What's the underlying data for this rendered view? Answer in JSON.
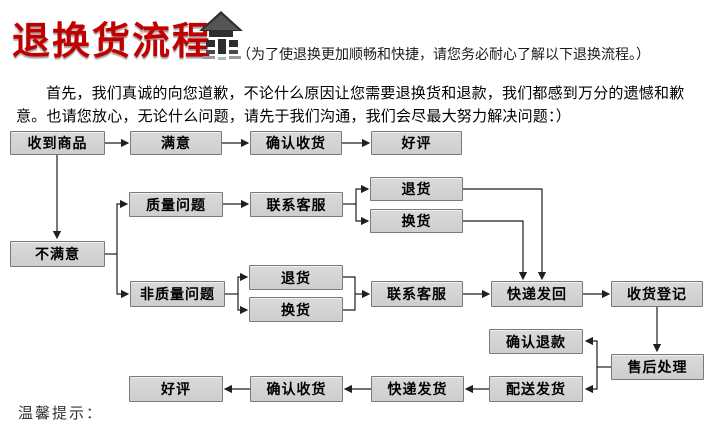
{
  "header": {
    "title": "退换货流程",
    "tagline": "（为了使退换更加顺畅和快捷，请您务必耐心了解以下退换流程。）",
    "house_icon": "house-arrow-icon",
    "title_color": "#c00000"
  },
  "intro": {
    "text": "首先，我们真诚的向您道歉，不论什么原因让您需要退换货和退款，我们都感到万分的遗憾和歉意。也请您放心，无论什么问题，请先于我们沟通，我们会尽最大努力解决问题：）"
  },
  "flowchart": {
    "nodes": {
      "received": {
        "label": "收到商品"
      },
      "satisfied": {
        "label": "满意"
      },
      "confirm_receipt_top": {
        "label": "确认收货"
      },
      "good_review_top": {
        "label": "好评"
      },
      "quality_issue": {
        "label": "质量问题"
      },
      "contact_service_q": {
        "label": "联系客服"
      },
      "return_q": {
        "label": "退货"
      },
      "exchange_q": {
        "label": "换货"
      },
      "unsatisfied": {
        "label": "不满意"
      },
      "non_quality_issue": {
        "label": "非质量问题"
      },
      "return_nq": {
        "label": "退货"
      },
      "exchange_nq": {
        "label": "换货"
      },
      "contact_service_nq": {
        "label": "联系客服"
      },
      "courier_return": {
        "label": "快递发回"
      },
      "receipt_register": {
        "label": "收货登记"
      },
      "confirm_refund": {
        "label": "确认退款"
      },
      "aftersale_handle": {
        "label": "售后处理"
      },
      "delivery_dispatch": {
        "label": "配送发货"
      },
      "courier_dispatch": {
        "label": "快递发货"
      },
      "confirm_receipt_bot": {
        "label": "确认收货"
      },
      "good_review_bot": {
        "label": "好评"
      }
    },
    "edges": [
      {
        "from": "received",
        "to": "satisfied"
      },
      {
        "from": "satisfied",
        "to": "confirm_receipt_top"
      },
      {
        "from": "confirm_receipt_top",
        "to": "good_review_top"
      },
      {
        "from": "received",
        "to": "unsatisfied"
      },
      {
        "from": "unsatisfied",
        "to": "quality_issue"
      },
      {
        "from": "unsatisfied",
        "to": "non_quality_issue"
      },
      {
        "from": "quality_issue",
        "to": "contact_service_q"
      },
      {
        "from": "contact_service_q",
        "to": "return_q"
      },
      {
        "from": "contact_service_q",
        "to": "exchange_q"
      },
      {
        "from": "return_q",
        "to": "courier_return"
      },
      {
        "from": "exchange_q",
        "to": "courier_return"
      },
      {
        "from": "non_quality_issue",
        "to": "return_nq"
      },
      {
        "from": "non_quality_issue",
        "to": "exchange_nq"
      },
      {
        "from": "return_nq",
        "to": "contact_service_nq"
      },
      {
        "from": "exchange_nq",
        "to": "contact_service_nq"
      },
      {
        "from": "contact_service_nq",
        "to": "courier_return"
      },
      {
        "from": "courier_return",
        "to": "receipt_register"
      },
      {
        "from": "receipt_register",
        "to": "aftersale_handle"
      },
      {
        "from": "aftersale_handle",
        "to": "confirm_refund"
      },
      {
        "from": "aftersale_handle",
        "to": "delivery_dispatch"
      },
      {
        "from": "delivery_dispatch",
        "to": "courier_dispatch"
      },
      {
        "from": "courier_dispatch",
        "to": "confirm_receipt_bot"
      },
      {
        "from": "confirm_receipt_bot",
        "to": "good_review_bot"
      }
    ]
  },
  "footer": {
    "tip": "温馨提示："
  },
  "colors": {
    "title": "#c00000",
    "box_fill": "#d4d4d4",
    "box_border": "#7a7a7a",
    "line": "#1f1f1f",
    "text": "#000000"
  }
}
